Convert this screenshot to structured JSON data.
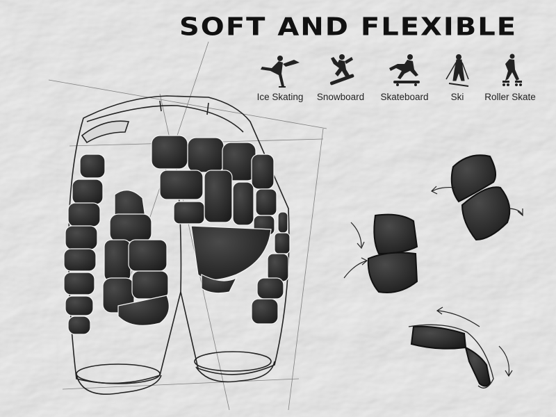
{
  "headline": "SOFT AND FLEXIBLE",
  "sports": [
    {
      "label": "Ice Skating",
      "icon": "ice-skating-icon"
    },
    {
      "label": "Snowboard",
      "icon": "snowboard-icon"
    },
    {
      "label": "Skateboard",
      "icon": "skateboard-icon"
    },
    {
      "label": "Ski",
      "icon": "ski-icon"
    },
    {
      "label": "Roller Skate",
      "icon": "roller-skate-icon"
    }
  ],
  "colors": {
    "background": "#ececec",
    "pad": "#2b2b2b",
    "ink": "#111111"
  }
}
